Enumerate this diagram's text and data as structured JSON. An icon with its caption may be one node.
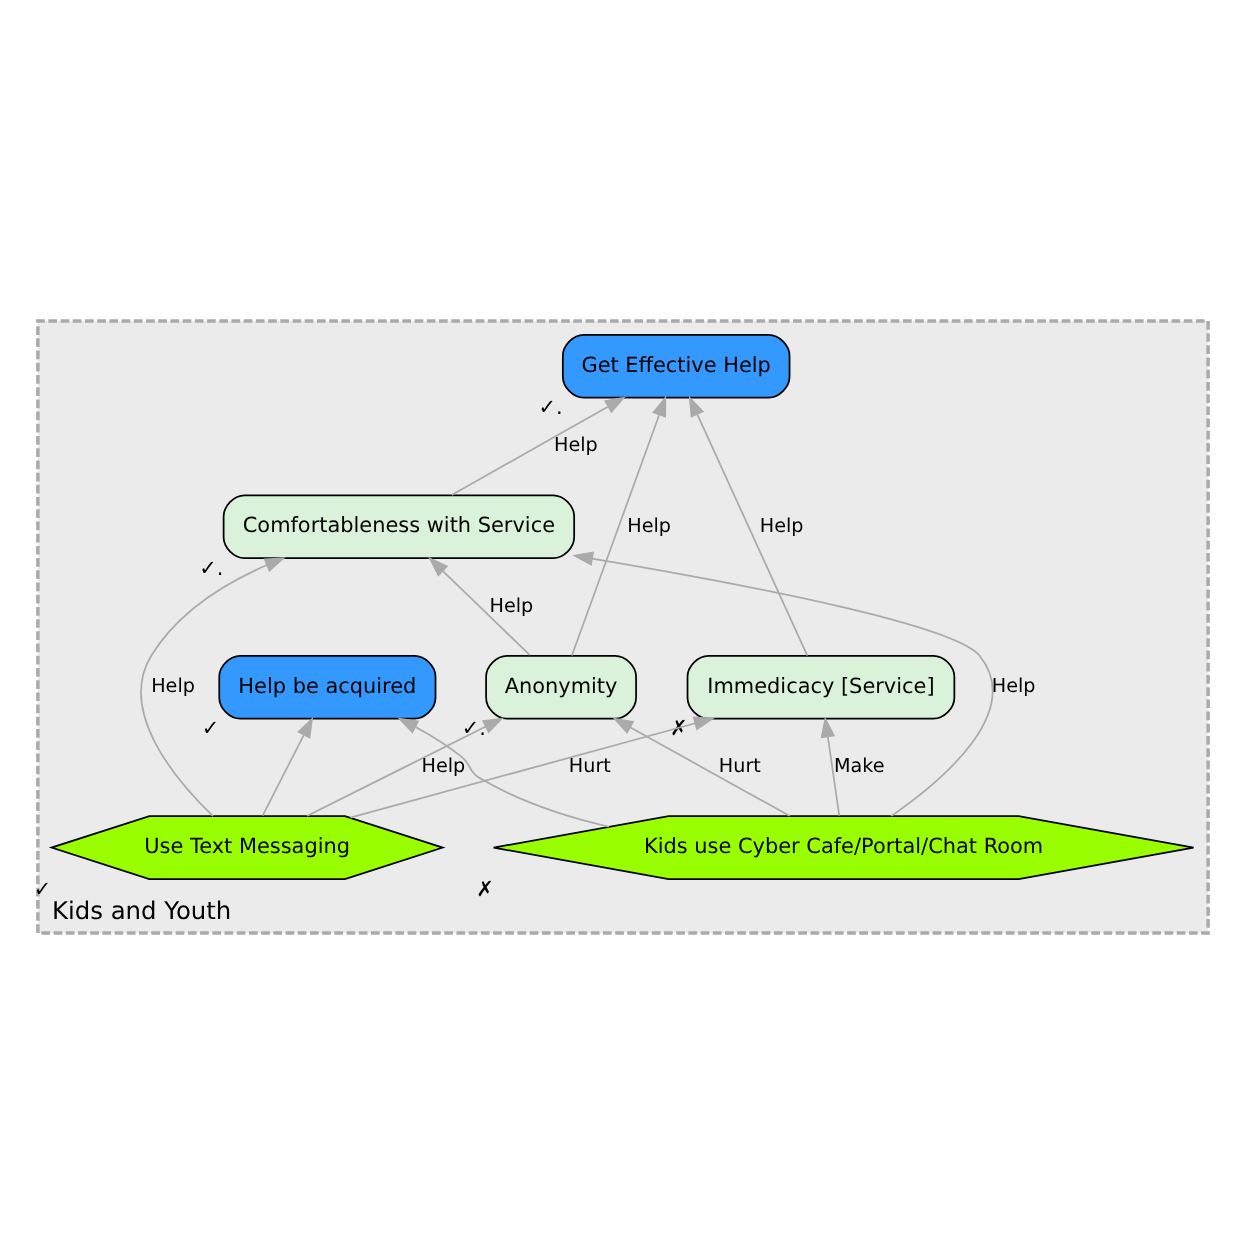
{
  "diagram": {
    "nodes": [
      {
        "text": [
          "Kids and Youth"
        ]
      },
      {
        "text": [
          "Get Effective Help"
        ],
        "in": 0,
        "beside": [
          "✓."
        ]
      },
      {
        "text": [
          "Immedicacy [Service]"
        ],
        "in": 0,
        "beside": [
          "✗"
        ]
      },
      {
        "text": [
          "Comfortableness with Service"
        ],
        "in": 0,
        "beside": [
          "✓."
        ]
      },
      {
        "text": [
          "Anonymity"
        ],
        "in": 0,
        "beside": [
          "✓."
        ]
      },
      {
        "text": [
          "Help be acquired"
        ],
        "in": 0,
        "beside": [
          "✓"
        ]
      },
      {
        "text": [
          "Kids use Cyber Cafe/Portal/Chat Room"
        ],
        "in": 0,
        "beside": [
          "✗"
        ]
      },
      {
        "text": [
          "Use Text Messaging"
        ],
        "in": 0,
        "beside": [
          "✓"
        ]
      }
    ],
    "edges": [
      {
        "from": 3,
        "to": 1,
        "arrow": "to",
        "label": "Help"
      },
      {
        "from": 2,
        "to": 1,
        "arrow": "to",
        "label": "Help"
      },
      {
        "from": 4,
        "to": 1,
        "arrow": "to",
        "label": "Help"
      },
      {
        "from": 4,
        "to": 3,
        "arrow": "to",
        "label": "Help"
      },
      {
        "from": 6,
        "to": 3,
        "arrow": "to",
        "label": "Help"
      },
      {
        "from": 6,
        "to": 2,
        "arrow": "to",
        "label": "Make"
      },
      {
        "from": 6,
        "to": 5,
        "arrow": "to"
      },
      {
        "from": 6,
        "to": 4,
        "arrow": "to",
        "label": "Hurt"
      },
      {
        "from": 7,
        "to": 3,
        "arrow": "to",
        "label": "Help"
      },
      {
        "from": 7,
        "to": 5,
        "arrow": "to"
      },
      {
        "from": 7,
        "to": 2,
        "arrow": "to",
        "label": "Hurt"
      },
      {
        "from": 7,
        "to": 4,
        "arrow": "to",
        "label": "Help"
      }
    ]
  }
}
